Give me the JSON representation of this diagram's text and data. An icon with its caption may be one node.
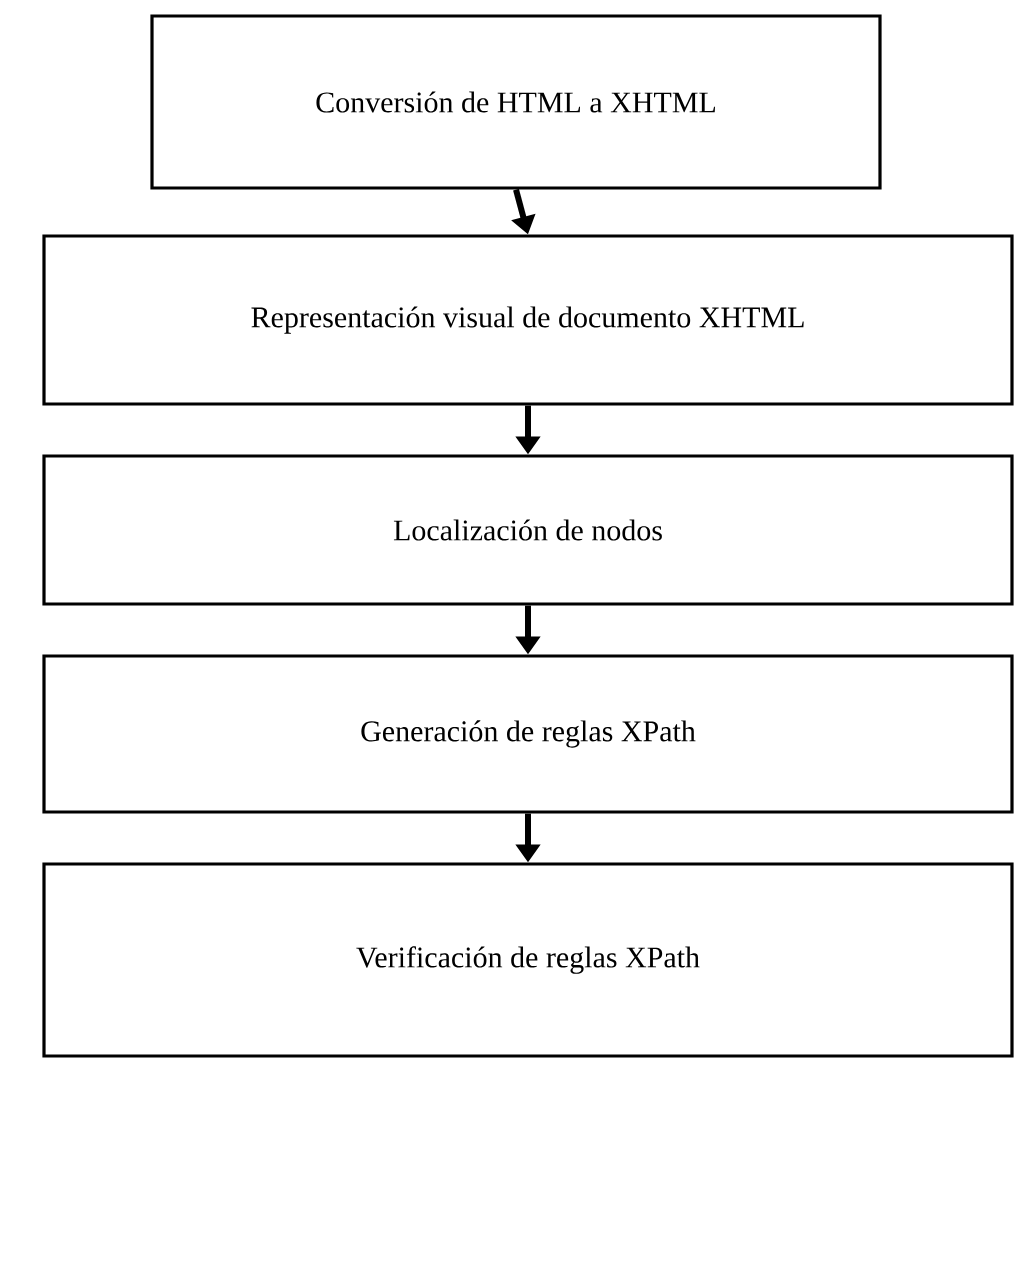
{
  "diagram": {
    "nodes": [
      {
        "text": [
          "Conversión de HTML a XHTML"
        ]
      },
      {
        "text": [
          "Representación visual de documento XHTML"
        ]
      },
      {
        "text": [
          "Localización de nodos"
        ]
      },
      {
        "text": [
          "Generación de reglas XPath"
        ]
      },
      {
        "text": [
          "Verificación de reglas XPath"
        ]
      }
    ],
    "edges": [
      {
        "from": 0,
        "to": 1,
        "arrow": "to"
      },
      {
        "from": 1,
        "to": 2,
        "arrow": "to"
      },
      {
        "from": 2,
        "to": 3,
        "arrow": "to"
      },
      {
        "from": 3,
        "to": 4,
        "arrow": "to"
      }
    ]
  }
}
